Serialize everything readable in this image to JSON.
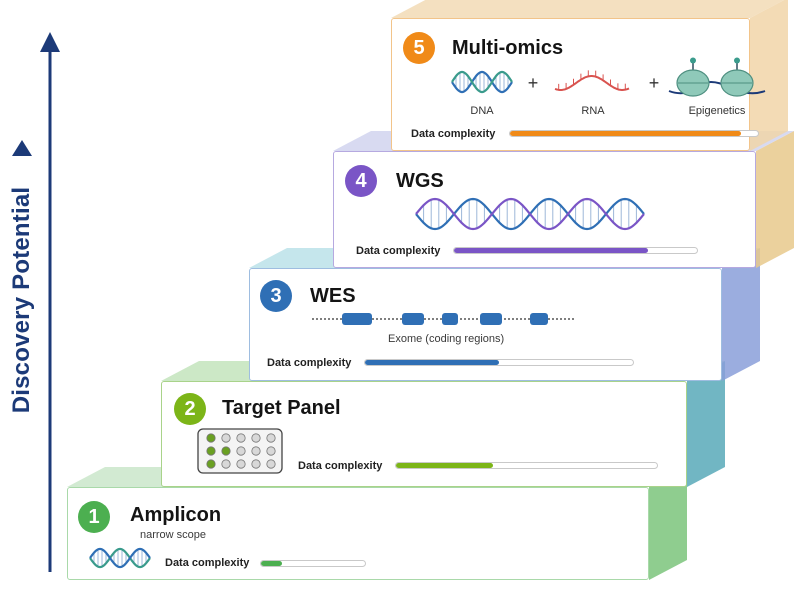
{
  "axis": {
    "label": "Discovery Potential"
  },
  "steps": [
    {
      "number": "1",
      "title": "Amplicon",
      "subtitle": "narrow scope",
      "complexity_label": "Data complexity",
      "complexity": 0.2,
      "color": "#4caf50",
      "side_color": "#7bc47b",
      "top_color": "#cde8cd",
      "border_color": "#a9d9a9"
    },
    {
      "number": "2",
      "title": "Target Panel",
      "complexity_label": "Data complexity",
      "complexity": 0.37,
      "color": "#7cb518",
      "side_color": "#58a9b8",
      "top_color": "#c6e6c0",
      "border_color": "#a9d38a"
    },
    {
      "number": "3",
      "title": "WES",
      "subtitle": "Exome (coding regions)",
      "complexity_label": "Data complexity",
      "complexity": 0.5,
      "color": "#2f6fb5",
      "side_color": "#8a9fd9",
      "top_color": "#bfe3ea",
      "border_color": "#9ebde0"
    },
    {
      "number": "4",
      "title": "WGS",
      "complexity_label": "Data complexity",
      "complexity": 0.8,
      "color": "#7a55c6",
      "side_color": "#e8c98c",
      "top_color": "#d4d6f0",
      "border_color": "#b6a9e0"
    },
    {
      "number": "5",
      "title": "Multi-omics",
      "complexity_label": "Data complexity",
      "complexity": 0.93,
      "color": "#f08a18",
      "side_color": "#f1d5a8",
      "top_color": "#f3ddb9",
      "border_color": "#f2c48a",
      "omics": [
        {
          "label": "DNA",
          "icon": "dna-helix-icon"
        },
        {
          "label": "RNA",
          "icon": "rna-strand-icon"
        },
        {
          "label": "Epigenetics",
          "icon": "nucleosome-icon"
        }
      ],
      "plus": "+"
    }
  ],
  "colors": {
    "axis": "#1c3a78",
    "dna_blue": "#2f6fb5",
    "dna_teal": "#3a9b8c",
    "rna_red": "#d9534f",
    "nucleosome": "#8fc9b9"
  }
}
